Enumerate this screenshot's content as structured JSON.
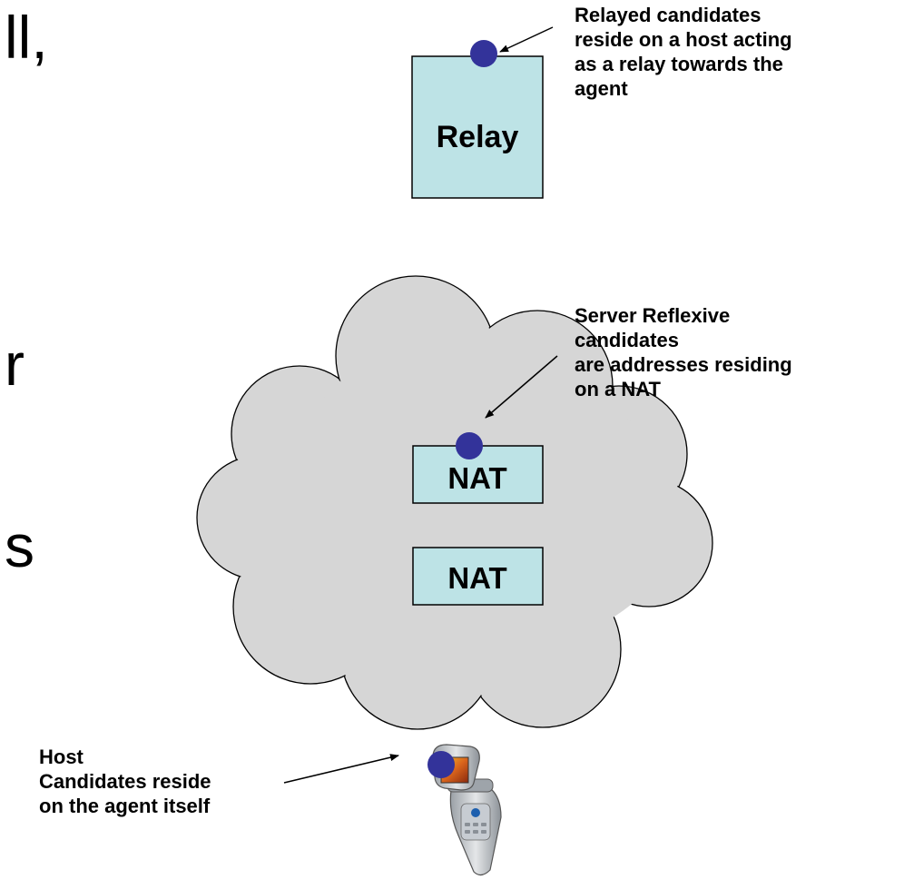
{
  "left_fragments": [
    "ll,",
    "r",
    "s"
  ],
  "relay": {
    "label": "Relay",
    "callout": [
      "Relayed candidates",
      "reside on a host acting",
      "as a relay towards the",
      "agent"
    ]
  },
  "server_reflexive": {
    "callout": [
      "Server Reflexive",
      "candidates",
      "are addresses residing",
      "on a NAT"
    ]
  },
  "nats": [
    {
      "label": "NAT"
    },
    {
      "label": "NAT"
    }
  ],
  "host": {
    "callout": [
      "Host",
      "Candidates reside",
      "on the agent itself"
    ]
  },
  "colors": {
    "box_fill": "#bde3e6",
    "cloud_fill": "#d6d6d6",
    "dot": "#33339a"
  }
}
